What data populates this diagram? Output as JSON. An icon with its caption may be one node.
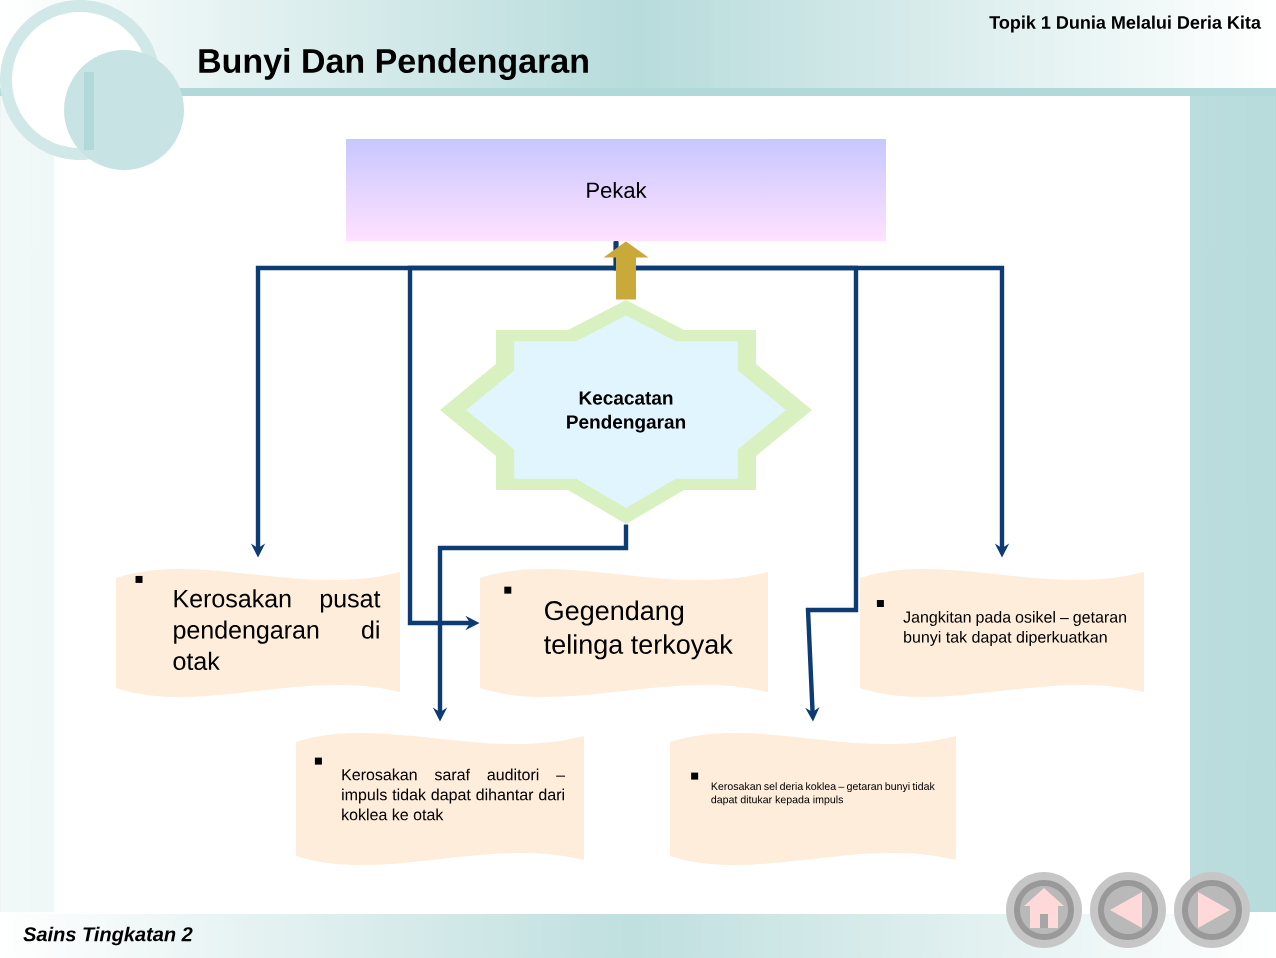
{
  "diagram": {
    "title": "Bunyi Dan Pendengaran",
    "nodes": [
      {
        "text": [
          "Pekak"
        ]
      },
      {
        "text": [
          "Kecacatan Pendengaran"
        ]
      },
      {
        "text": [
          "Kerosakan pusat pendengaran di otak"
        ]
      },
      {
        "text": [
          "Gegendang telinga terkoyak"
        ]
      },
      {
        "text": [
          "Jangkitan pada osikel – getaran bunyi tak dapat diperkuatkan"
        ]
      },
      {
        "text": [
          "Kerosakan saraf auditori – impuls tidak dapat dihantar dari koklea ke otak"
        ]
      },
      {
        "text": [
          "Kerosakan sel deria koklea – getaran bunyi tidak dapat ditukar kepada impuls"
        ]
      }
    ],
    "edges": [
      {
        "from": 1,
        "to": 0,
        "arrow": "to",
        "style": "thick",
        "color": "#c9a93a"
      },
      {
        "from": 0,
        "to": 2,
        "arrow": "to"
      },
      {
        "from": 0,
        "to": 3,
        "arrow": "to"
      },
      {
        "from": 0,
        "to": 4,
        "arrow": "to"
      },
      {
        "from": 0,
        "to": 6,
        "arrow": "to"
      },
      {
        "from": 1,
        "to": 5,
        "arrow": "to"
      }
    ],
    "labels": [
      "Topik 1 Dunia Melalui Deria Kita",
      "Sains Tingkatan 2"
    ]
  }
}
